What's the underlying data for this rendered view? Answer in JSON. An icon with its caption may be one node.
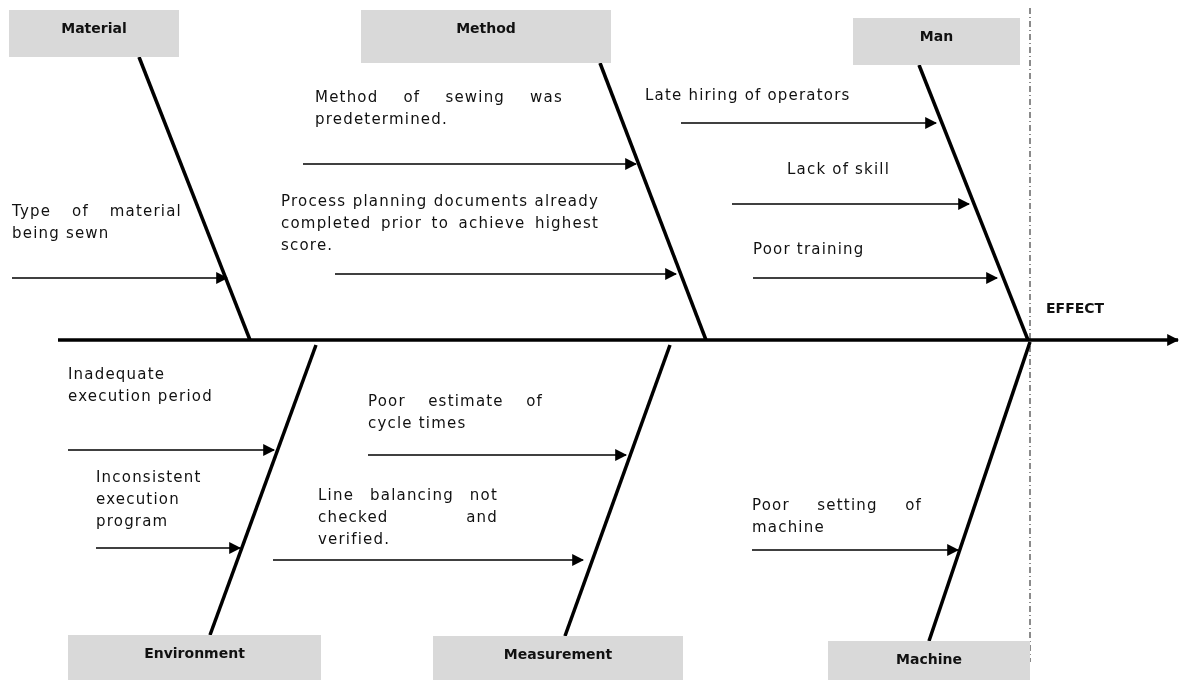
{
  "diagram": {
    "nodes": [
      {
        "text": [
          "Material"
        ]
      },
      {
        "text": [
          "Method"
        ]
      },
      {
        "text": [
          "Man"
        ]
      },
      {
        "text": [
          "Type of material being sewn"
        ]
      },
      {
        "text": [
          "Method of sewing was predetermined."
        ]
      },
      {
        "text": [
          "Process planning documents already completed prior to achieve highest score."
        ]
      },
      {
        "text": [
          "Late hiring of operators"
        ]
      },
      {
        "text": [
          "Lack of skill"
        ]
      },
      {
        "text": [
          "Poor training"
        ]
      },
      {
        "text": [
          "EFFECT"
        ]
      },
      {
        "text": [
          "Inadequate execution period"
        ]
      },
      {
        "text": [
          "Inconsistent execution program"
        ]
      },
      {
        "text": [
          "Poor estimate of cycle times"
        ]
      },
      {
        "text": [
          "Line balancing not checked and verified."
        ]
      },
      {
        "text": [
          "Poor setting of machine"
        ]
      },
      {
        "text": [
          "Environment"
        ]
      },
      {
        "text": [
          "Measurement"
        ]
      },
      {
        "text": [
          "Machine"
        ]
      }
    ],
    "edges": [
      {
        "from": 0,
        "to": null,
        "arrow": "none",
        "style": "thick"
      },
      {
        "from": 1,
        "to": null,
        "arrow": "none",
        "style": "thick"
      },
      {
        "from": 2,
        "to": null,
        "arrow": "none",
        "style": "thick"
      },
      {
        "from": 15,
        "to": null,
        "arrow": "none",
        "style": "thick"
      },
      {
        "from": 16,
        "to": null,
        "arrow": "none",
        "style": "thick"
      },
      {
        "from": 17,
        "to": null,
        "arrow": "none",
        "style": "thick"
      },
      {
        "from": null,
        "to": 9,
        "arrow": "to",
        "style": "thick"
      },
      {
        "from": 3,
        "to": null,
        "arrow": "to"
      },
      {
        "from": 4,
        "to": null,
        "arrow": "to"
      },
      {
        "from": 5,
        "to": null,
        "arrow": "to"
      },
      {
        "from": 6,
        "to": null,
        "arrow": "to"
      },
      {
        "from": 7,
        "to": null,
        "arrow": "to"
      },
      {
        "from": 8,
        "to": null,
        "arrow": "to"
      },
      {
        "from": 10,
        "to": null,
        "arrow": "to"
      },
      {
        "from": 11,
        "to": null,
        "arrow": "to"
      },
      {
        "from": 12,
        "to": null,
        "arrow": "to"
      },
      {
        "from": 13,
        "to": null,
        "arrow": "to"
      },
      {
        "from": 14,
        "to": null,
        "arrow": "to"
      }
    ]
  }
}
